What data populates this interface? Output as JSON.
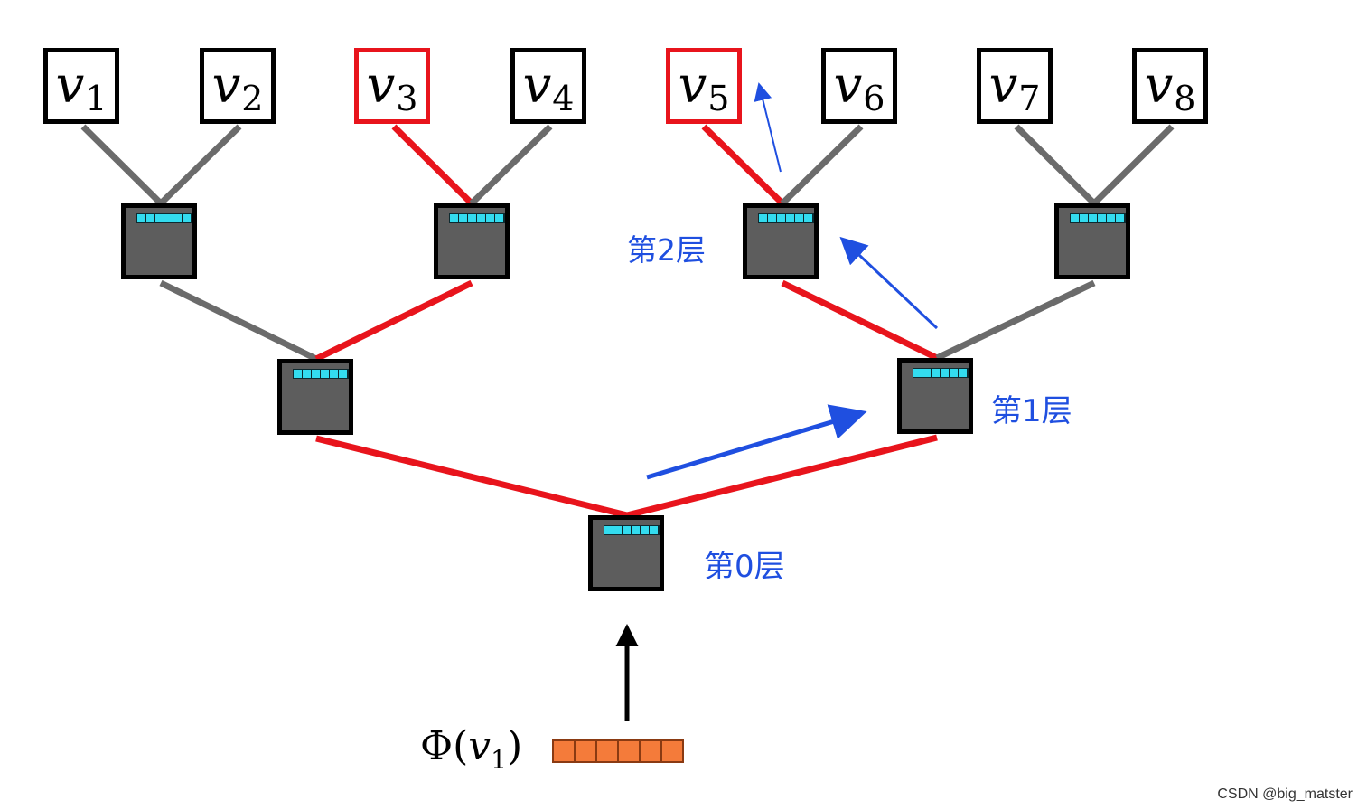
{
  "leaves": [
    {
      "var": "v",
      "sub": "1",
      "highlighted": false
    },
    {
      "var": "v",
      "sub": "2",
      "highlighted": false
    },
    {
      "var": "v",
      "sub": "3",
      "highlighted": true
    },
    {
      "var": "v",
      "sub": "4",
      "highlighted": false
    },
    {
      "var": "v",
      "sub": "5",
      "highlighted": true
    },
    {
      "var": "v",
      "sub": "6",
      "highlighted": false
    },
    {
      "var": "v",
      "sub": "7",
      "highlighted": false
    },
    {
      "var": "v",
      "sub": "8",
      "highlighted": false
    }
  ],
  "layer_labels": {
    "layer0": "第0层",
    "layer1": "第1层",
    "layer2": "第2层"
  },
  "input": {
    "phi": "Φ",
    "open_paren": "(",
    "var": "v",
    "sub": "1",
    "close_paren": ")",
    "vector_cells": 6
  },
  "watermark": "CSDN @big_matster",
  "colors": {
    "path": "#e8141c",
    "edge": "#6b6b6b",
    "node_fill": "#5d5d5d",
    "node_bar": "#33dcef",
    "annotation_arrow": "#1f4fe0",
    "input_vector": "#f47b3a"
  }
}
